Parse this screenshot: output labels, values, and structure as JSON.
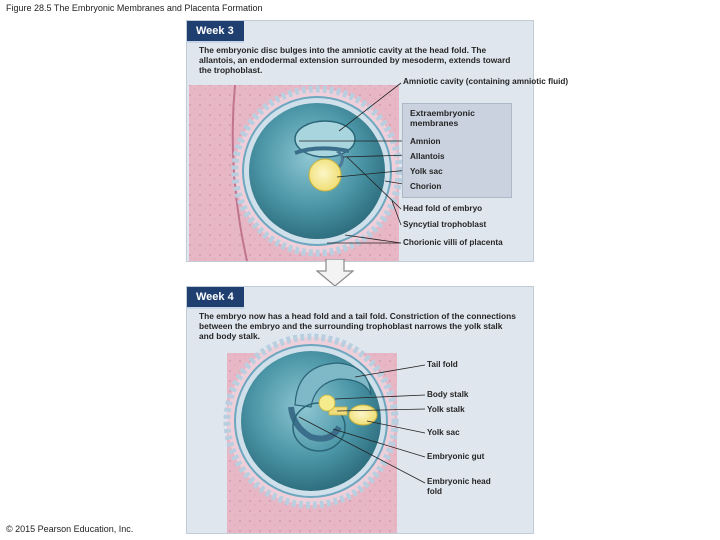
{
  "figure_title": "Figure 28.5 The Embryonic Membranes and Placenta Formation",
  "copyright": "© 2015 Pearson Education, Inc.",
  "colors": {
    "tab_blue": "#1f3f70",
    "panel_bg": "#dfe6ee",
    "uterine_pink": "#e7b4c4",
    "cavity_teal": "#3f8e9f",
    "yolk_yellow": "#f5ea8c"
  },
  "week3": {
    "tab": "Week 3",
    "description": "The embryonic disc bulges into the amniotic cavity at the head fold. The allantois, an endodermal extension surrounded by mesoderm, extends toward the trophoblast.",
    "labels": {
      "amniotic_cavity": "Amniotic cavity (containing amniotic fluid)",
      "extraembryonic_title": "Extraembryonic membranes",
      "amnion": "Amnion",
      "allantois": "Allantois",
      "yolk_sac": "Yolk sac",
      "chorion": "Chorion",
      "head_fold": "Head fold of embryo",
      "syncytial": "Syncytial trophoblast",
      "villi": "Chorionic villi of placenta"
    }
  },
  "week4": {
    "tab": "Week 4",
    "description": "The embryo now has a head fold and a tail fold. Constriction of the connections between the embryo and the surrounding trophoblast narrows the yolk stalk and body stalk.",
    "labels": {
      "tail_fold": "Tail fold",
      "body_stalk": "Body stalk",
      "yolk_stalk": "Yolk stalk",
      "yolk_sac": "Yolk sac",
      "embryonic_gut": "Embryonic gut",
      "embryonic_head_fold": "Embryonic head fold"
    }
  },
  "icons": {
    "transition_arrow": "down-arrow-icon"
  }
}
